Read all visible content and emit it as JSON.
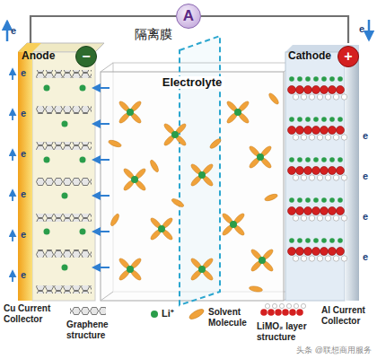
{
  "diagram": {
    "nodes": [
      {
        "text": [
          "A"
        ]
      },
      {
        "text": [
          "Anode"
        ]
      },
      {
        "text": [
          "−"
        ],
        "in": 1
      },
      {
        "text": [
          "Electrolyte"
        ]
      },
      {
        "text": [
          "Cathode"
        ]
      },
      {
        "text": [
          "+"
        ],
        "in": 4
      }
    ],
    "edges": [
      {
        "from": 1,
        "to": 0,
        "arrow": "none"
      },
      {
        "from": 0,
        "to": 4,
        "arrow": "none"
      }
    ],
    "labels": [
      "隔离膜",
      "e",
      "e",
      "e",
      "e",
      "e",
      "e",
      "e",
      "e",
      "e",
      "e",
      "e",
      "e",
      "Cu Current Collector",
      "Al Current Collector",
      "头条 @联想商用服务"
    ],
    "legend": [
      {
        "text": "Graphene structure"
      },
      {
        "text": "Li⁺"
      },
      {
        "text": "Solvent Molecule"
      },
      {
        "text": "LiMO₂ layer structure"
      }
    ]
  }
}
